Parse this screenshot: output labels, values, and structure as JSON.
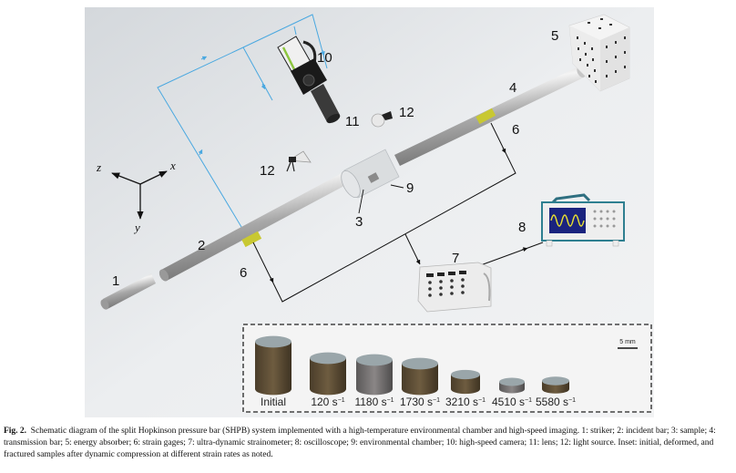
{
  "figure": {
    "axes": {
      "x": "x",
      "y": "y",
      "z": "z"
    },
    "component_labels": [
      {
        "id": "1",
        "name": "striker"
      },
      {
        "id": "2",
        "name": "incident bar"
      },
      {
        "id": "3",
        "name": "sample"
      },
      {
        "id": "4",
        "name": "transmission bar"
      },
      {
        "id": "5",
        "name": "energy absorber"
      },
      {
        "id": "6",
        "name": "strain gages"
      },
      {
        "id": "7",
        "name": "ultra-dynamic strainometer"
      },
      {
        "id": "8",
        "name": "oscilloscope"
      },
      {
        "id": "9",
        "name": "environmental chamber"
      },
      {
        "id": "10",
        "name": "high-speed camera"
      },
      {
        "id": "11",
        "name": "lens"
      },
      {
        "id": "12",
        "name": "light source"
      }
    ],
    "labels": {
      "l1": "1",
      "l2": "2",
      "l3": "3",
      "l4": "4",
      "l5": "5",
      "l6a": "6",
      "l6b": "6",
      "l7": "7",
      "l8": "8",
      "l9": "9",
      "l10": "10",
      "l11": "11",
      "l12a": "12",
      "l12b": "12"
    },
    "inset": {
      "scale_bar": "5 mm",
      "samples": [
        {
          "label": "Initial",
          "unit": ""
        },
        {
          "label": "120 s",
          "unit": "−1"
        },
        {
          "label": "1180 s",
          "unit": "−1"
        },
        {
          "label": "1730 s",
          "unit": "−1"
        },
        {
          "label": "3210 s",
          "unit": "−1"
        },
        {
          "label": "4510 s",
          "unit": "−1"
        },
        {
          "label": "5580 s",
          "unit": "−1"
        }
      ]
    },
    "colors": {
      "signal_line_blue": "#4aa8e0",
      "strain_gage_yellow": "#c8c832",
      "camera_green": "#8dc63f",
      "background": "#e6e8ea"
    }
  },
  "caption": {
    "label": "Fig. 2.",
    "text": "Schematic diagram of the split Hopkinson pressure bar (SHPB) system implemented with a high-temperature environmental chamber and high-speed imaging. 1: striker; 2: incident bar; 3: sample; 4: transmission bar; 5: energy absorber; 6: strain gages; 7: ultra-dynamic strainometer; 8: oscilloscope; 9: environmental chamber; 10: high-speed camera; 11: lens; 12: light source. Inset: initial, deformed, and fractured samples after dynamic compression at different strain rates as noted."
  }
}
